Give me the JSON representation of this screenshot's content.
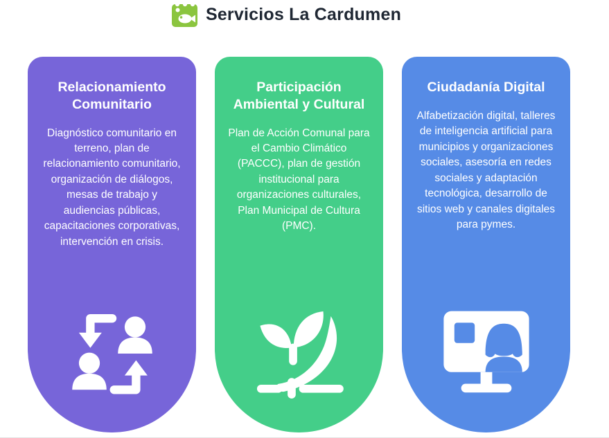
{
  "header": {
    "title": "Servicios La Cardumen",
    "logo_icon": "fish-icon",
    "logo_color": "#8bc53f"
  },
  "cards": [
    {
      "title": "Relacionamiento Comunitario",
      "description": "Diagnóstico comunitario en terreno, plan de relacionamiento comunitario, organización de diálogos, mesas de trabajo y audiencias públicas, capacitaciones corporativas, intervención en crisis.",
      "color": "#7765d9",
      "icon": "people-exchange-icon"
    },
    {
      "title": "Participación Ambiental y Cultural",
      "description": "Plan de Acción Comunal para el Cambio Climático (PACCC), plan de gestión institucional para organizaciones culturales, Plan Municipal de Cultura (PMC).",
      "color": "#44ce89",
      "icon": "sprout-growth-icon"
    },
    {
      "title": "Ciudadanía Digital",
      "description": "Alfabetización digital, talleres de inteligencia artificial para municipios y organizaciones sociales, asesoría en redes sociales y adaptación tecnológica, desarrollo de sitios web y canales digitales para pymes.",
      "color": "#568be6",
      "icon": "digital-monitor-person-icon"
    }
  ]
}
